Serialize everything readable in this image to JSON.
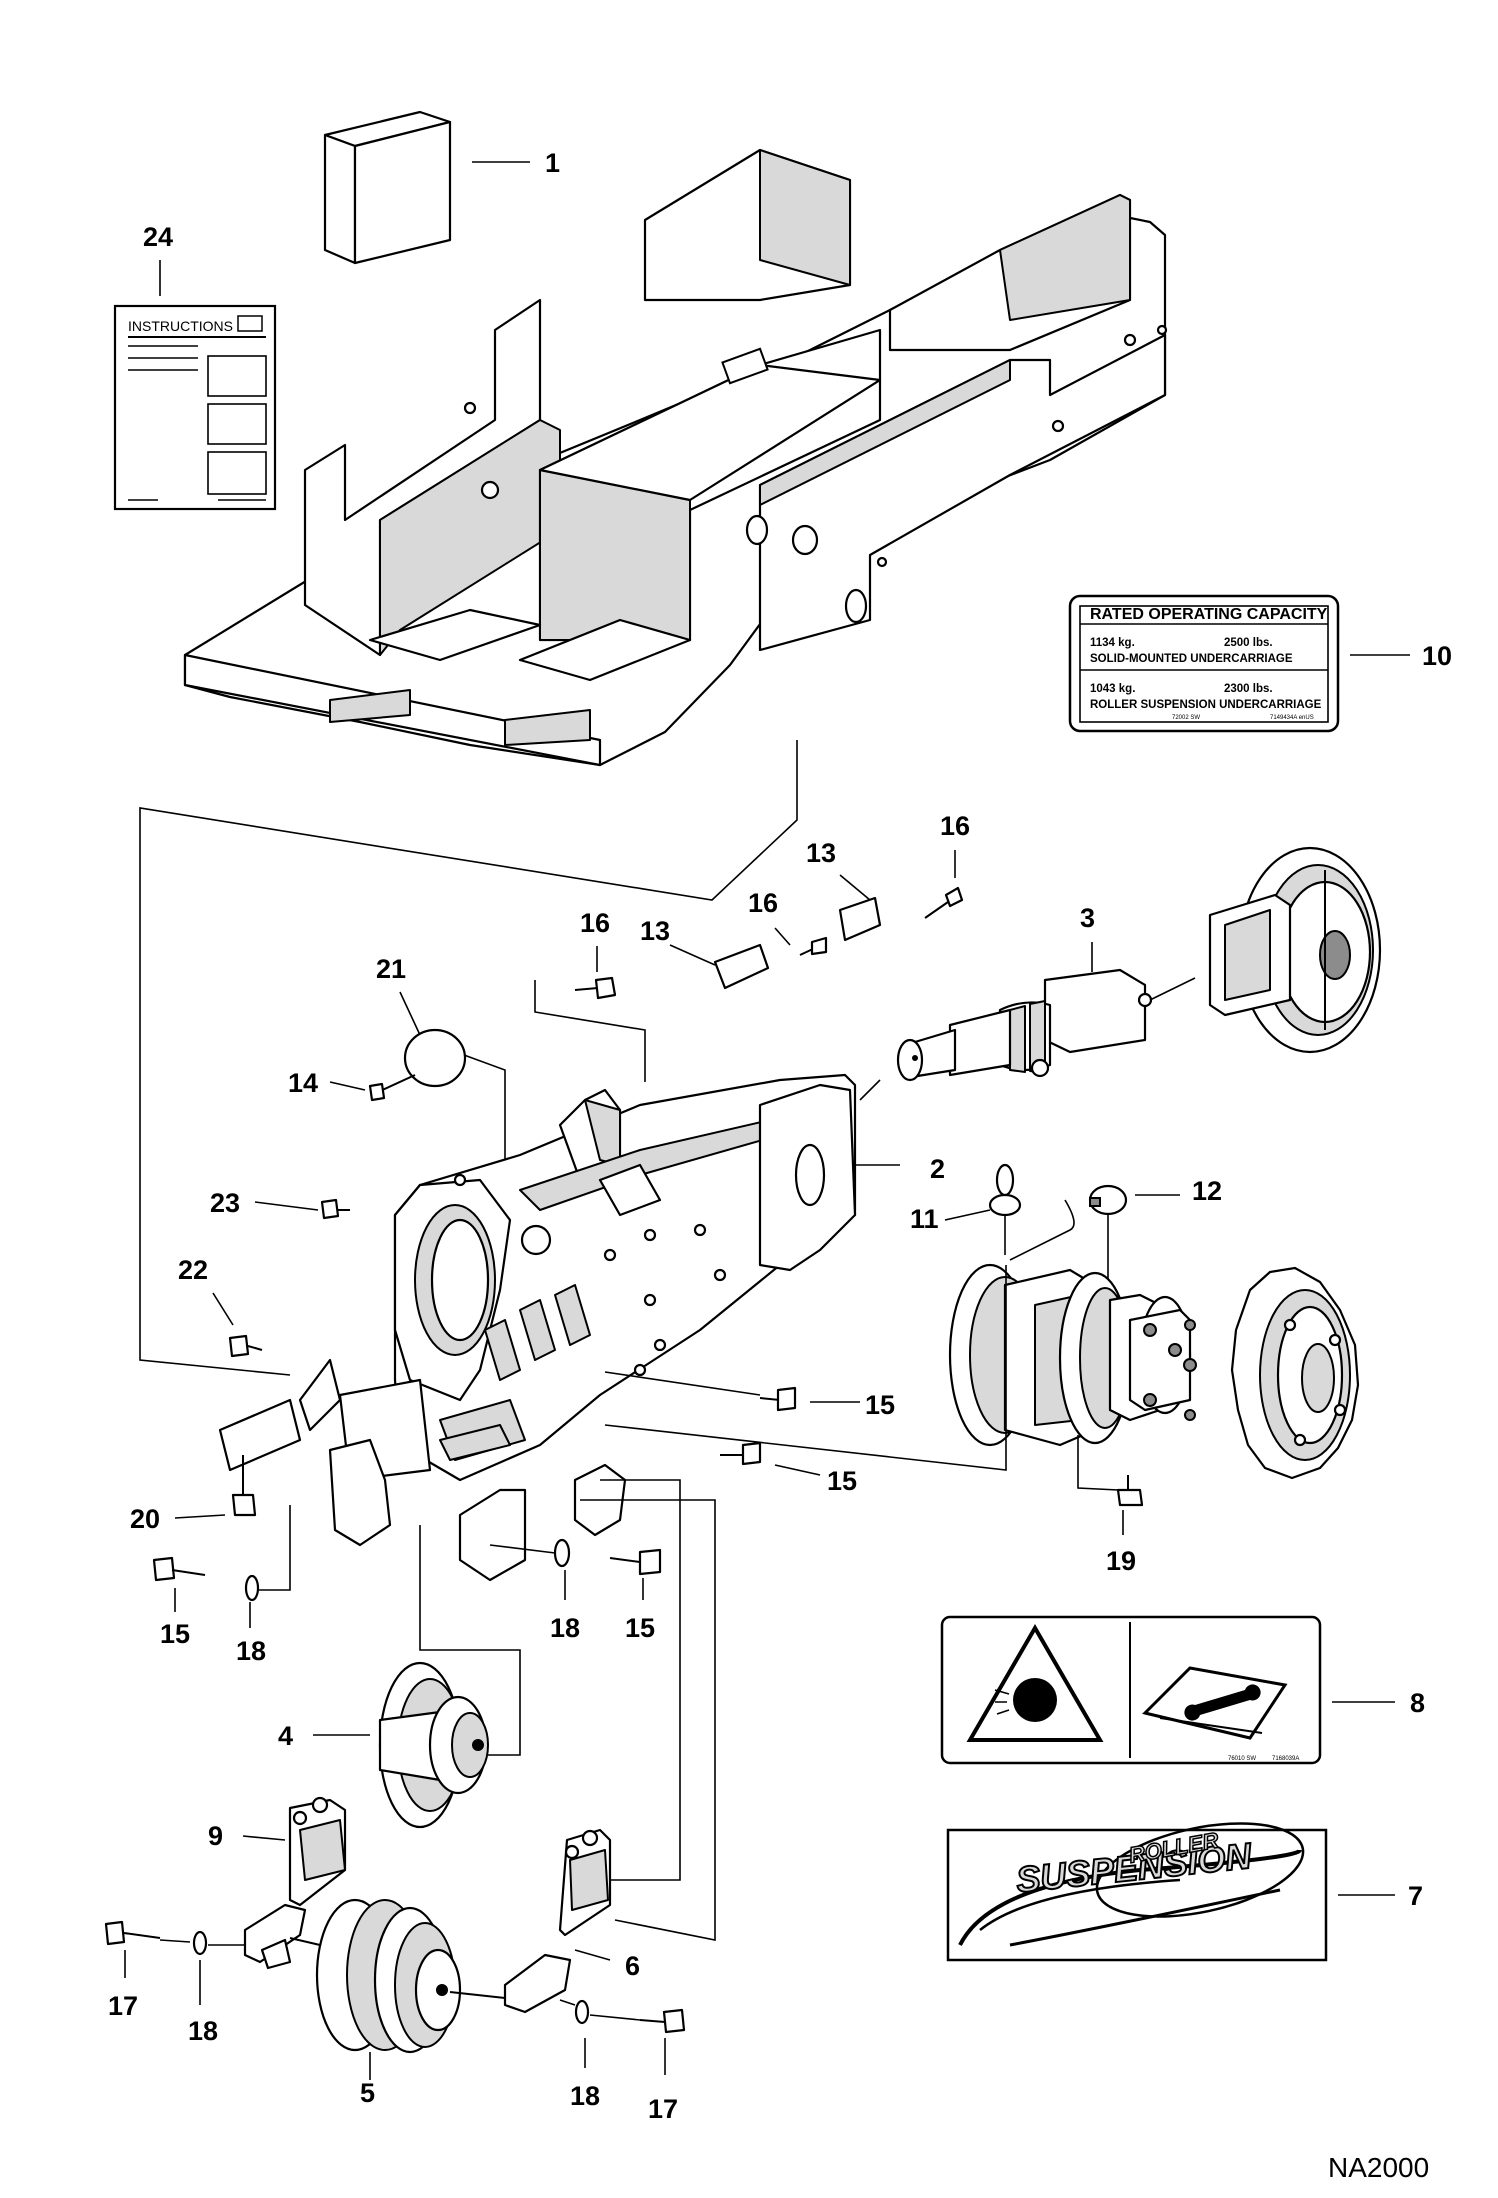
{
  "drawing_id": "NA2000",
  "callouts": [
    {
      "id": "c1",
      "label": "1"
    },
    {
      "id": "c24",
      "label": "24"
    },
    {
      "id": "c10",
      "label": "10"
    },
    {
      "id": "c3",
      "label": "3"
    },
    {
      "id": "c13a",
      "label": "13"
    },
    {
      "id": "c13b",
      "label": "13"
    },
    {
      "id": "c16a",
      "label": "16"
    },
    {
      "id": "c16b",
      "label": "16"
    },
    {
      "id": "c16c",
      "label": "16"
    },
    {
      "id": "c21",
      "label": "21"
    },
    {
      "id": "c14",
      "label": "14"
    },
    {
      "id": "c2",
      "label": "2"
    },
    {
      "id": "c12",
      "label": "12"
    },
    {
      "id": "c11",
      "label": "11"
    },
    {
      "id": "c23",
      "label": "23"
    },
    {
      "id": "c22",
      "label": "22"
    },
    {
      "id": "c15a",
      "label": "15"
    },
    {
      "id": "c15b",
      "label": "15"
    },
    {
      "id": "c15c",
      "label": "15"
    },
    {
      "id": "c15d",
      "label": "15"
    },
    {
      "id": "c20",
      "label": "20"
    },
    {
      "id": "c18a",
      "label": "18"
    },
    {
      "id": "c18b",
      "label": "18"
    },
    {
      "id": "c18c",
      "label": "18"
    },
    {
      "id": "c18d",
      "label": "18"
    },
    {
      "id": "c19",
      "label": "19"
    },
    {
      "id": "c8",
      "label": "8"
    },
    {
      "id": "c4",
      "label": "4"
    },
    {
      "id": "c7",
      "label": "7"
    },
    {
      "id": "c9",
      "label": "9"
    },
    {
      "id": "c6",
      "label": "6"
    },
    {
      "id": "c17a",
      "label": "17"
    },
    {
      "id": "c17b",
      "label": "17"
    },
    {
      "id": "c5",
      "label": "5"
    }
  ],
  "instructions_sheet": {
    "title": "INSTRUCTIONS"
  },
  "capacity_decal": {
    "title": "RATED OPERATING CAPACITY",
    "row1_metric": "1134 kg.",
    "row1_imperial": "2500 lbs.",
    "row1_desc": "SOLID-MOUNTED UNDERCARRIAGE",
    "row2_metric": "1043 kg.",
    "row2_imperial": "2300 lbs.",
    "row2_desc": "ROLLER SUSPENSION UNDERCARRIAGE",
    "code_left": "72002 SW",
    "code_right": "7149434A enUS"
  },
  "warning_decal": {
    "code_left": "76010 SW",
    "code_right": "7168039A"
  },
  "suspension_decal": {
    "word_top": "ROLLER",
    "word_main": "SUSPENSION"
  }
}
